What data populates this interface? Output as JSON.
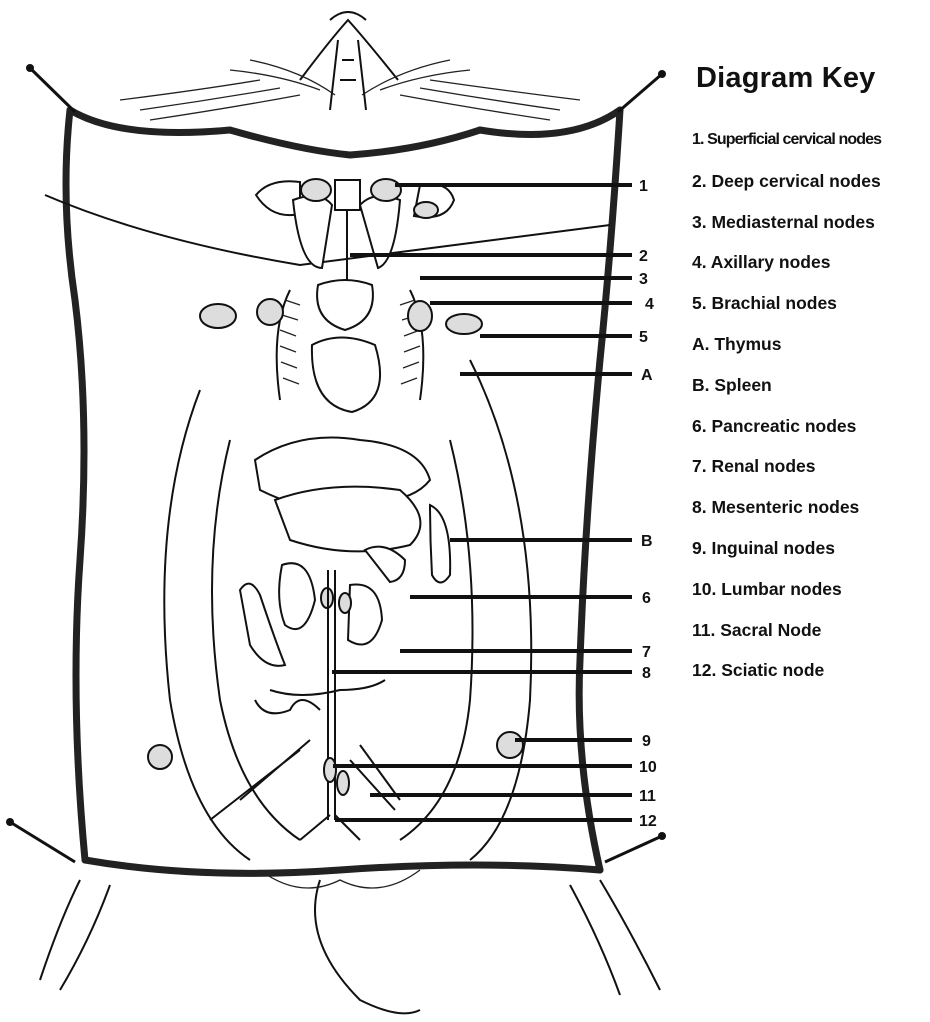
{
  "key": {
    "title": "Diagram Key",
    "items": [
      "1. Superficial cervical nodes",
      "2. Deep cervical nodes",
      "3. Mediasternal nodes",
      "4. Axillary nodes",
      "5. Brachial nodes",
      "A. Thymus",
      "B. Spleen",
      "6. Pancreatic nodes",
      "7. Renal nodes",
      "8. Mesenteric nodes",
      "9. Inguinal nodes",
      "10. Lumbar nodes",
      "11. Sacral Node",
      "12. Sciatic node"
    ]
  },
  "callouts": [
    "1",
    "2",
    "3",
    "4",
    "5",
    "A",
    "B",
    "6",
    "7",
    "8",
    "9",
    "10",
    "11",
    "12"
  ]
}
